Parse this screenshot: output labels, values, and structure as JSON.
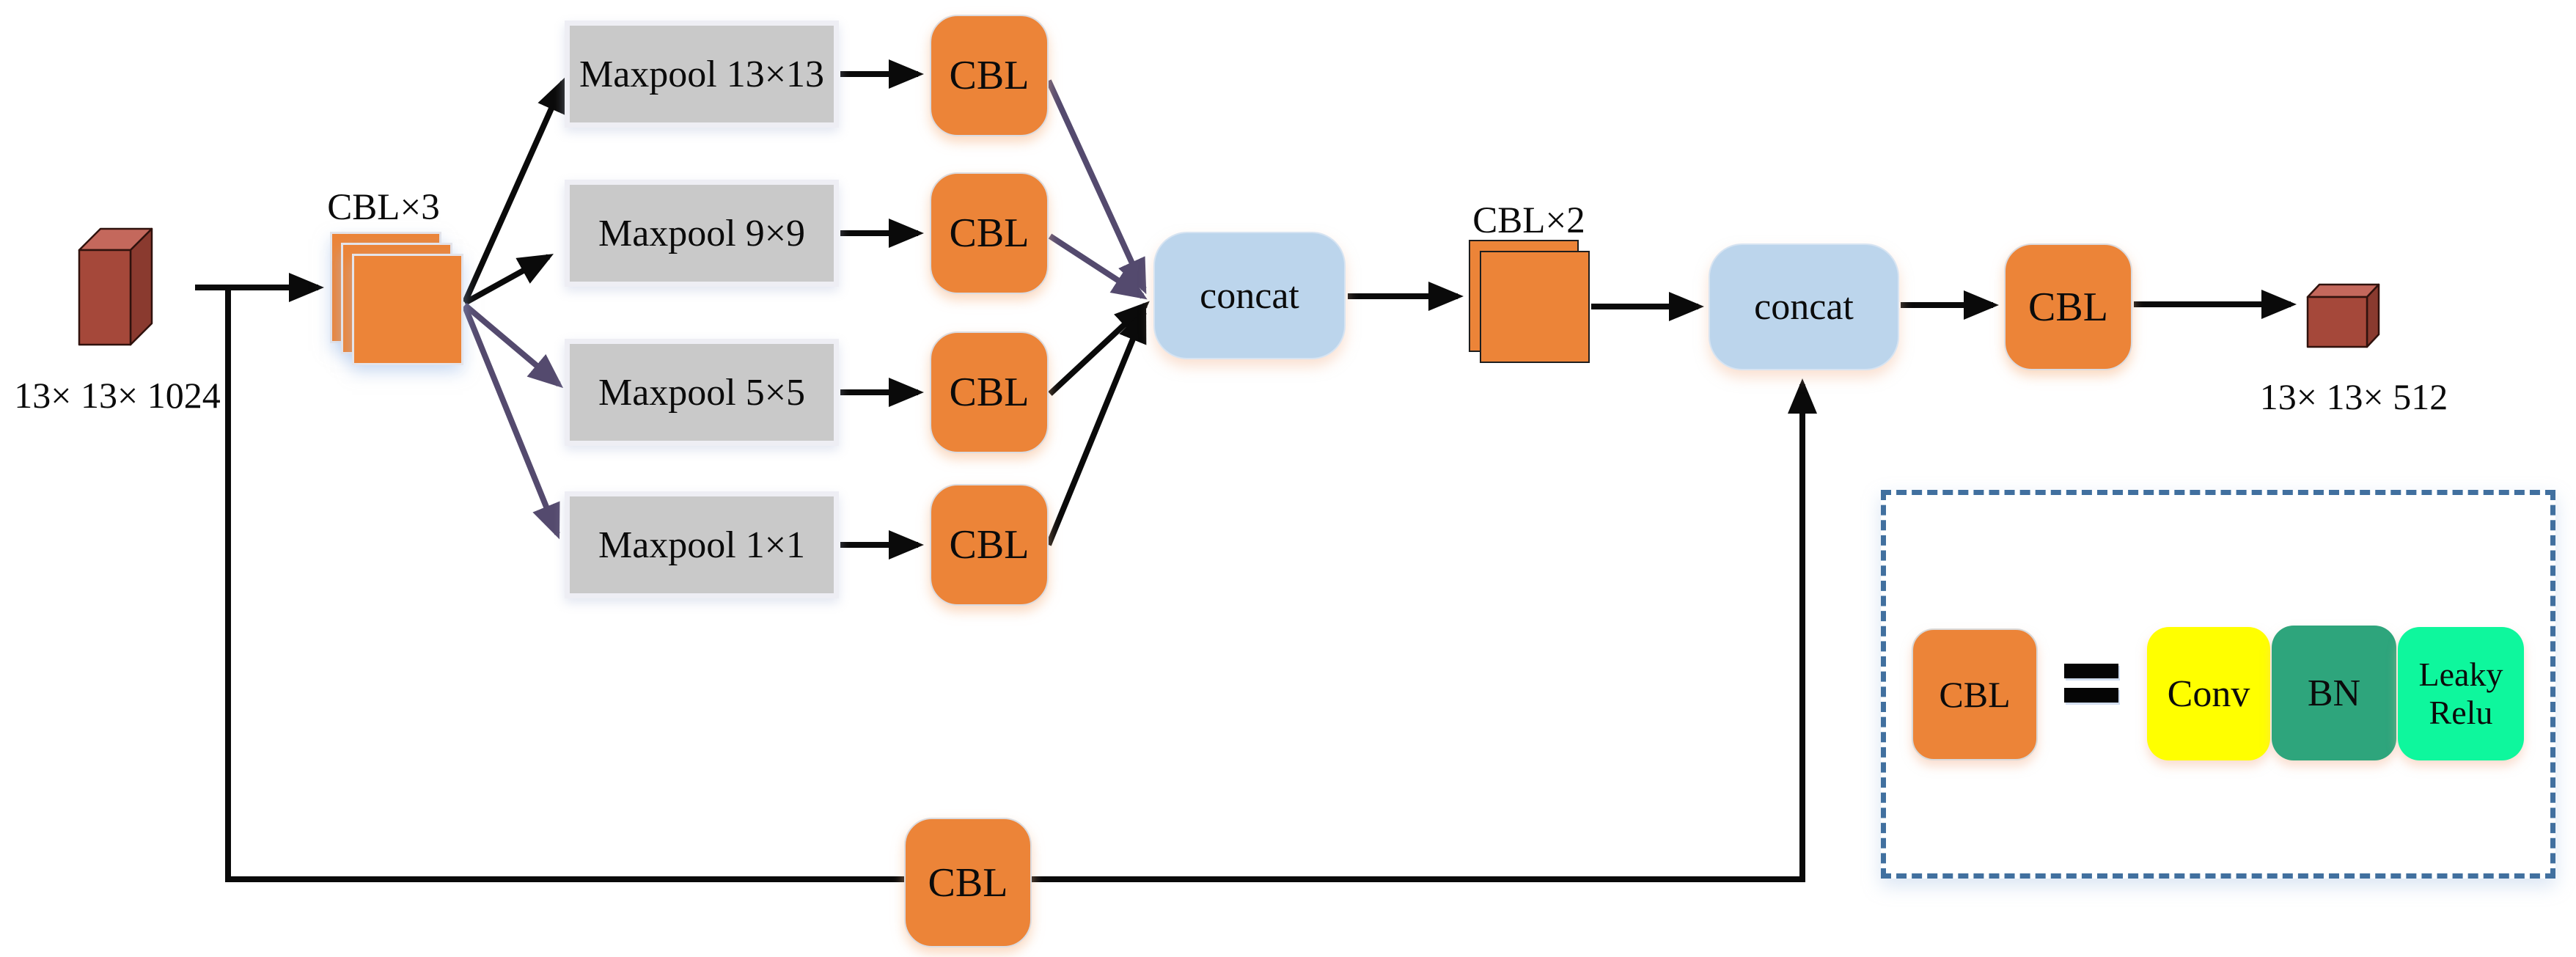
{
  "diagram": {
    "input_label": "13× 13× 1024",
    "output_label": "13× 13× 512",
    "cbl_stack3_label": "CBL×3",
    "cbl_stack2_label": "CBL×2",
    "maxpools": [
      {
        "label": "Maxpool 13×13"
      },
      {
        "label": "Maxpool 9×9"
      },
      {
        "label": "Maxpool 5×5"
      },
      {
        "label": "Maxpool 1×1"
      }
    ],
    "branch_cbls": [
      {
        "label": "CBL"
      },
      {
        "label": "CBL"
      },
      {
        "label": "CBL"
      },
      {
        "label": "CBL"
      }
    ],
    "concat_left": {
      "label": "concat"
    },
    "concat_right": {
      "label": "concat"
    },
    "final_cbl": {
      "label": "CBL"
    },
    "skip_cbl": {
      "label": "CBL"
    }
  },
  "legend": {
    "cbl": "CBL",
    "equals": "=",
    "conv": "Conv",
    "bn": "BN",
    "leaky_relu": "Leaky Relu"
  },
  "colors": {
    "cbl_orange": "#EC8438",
    "maxpool_gray": "#C9C9C9",
    "concat_blue": "#BCD5EC",
    "conv_yellow": "#FFFF00",
    "bn_green": "#2EA57C",
    "leaky_green": "#0EF79D",
    "cube_front": "#A5483A",
    "cube_top": "#C4685C",
    "cube_side": "#8A3A2F",
    "arrow_black": "#0A0A0A",
    "arrow_purple": "#544A6E",
    "legend_border": "#41709F"
  }
}
